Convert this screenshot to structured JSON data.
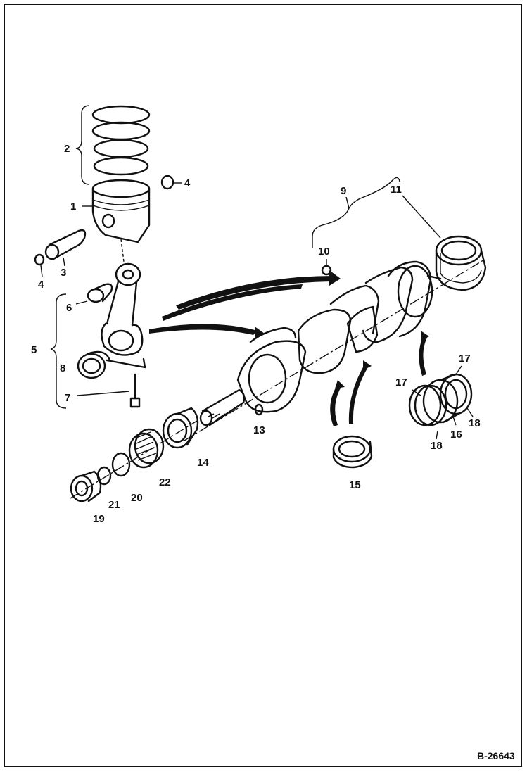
{
  "figure": {
    "reference": "B-26643",
    "callouts": [
      {
        "id": "c1",
        "text": "1"
      },
      {
        "id": "c2",
        "text": "2"
      },
      {
        "id": "c3",
        "text": "3"
      },
      {
        "id": "c4a",
        "text": "4"
      },
      {
        "id": "c4b",
        "text": "4"
      },
      {
        "id": "c5",
        "text": "5"
      },
      {
        "id": "c6",
        "text": "6"
      },
      {
        "id": "c7",
        "text": "7"
      },
      {
        "id": "c8",
        "text": "8"
      },
      {
        "id": "c9",
        "text": "9"
      },
      {
        "id": "c10",
        "text": "10"
      },
      {
        "id": "c11",
        "text": "11"
      },
      {
        "id": "c13",
        "text": "13"
      },
      {
        "id": "c14",
        "text": "14"
      },
      {
        "id": "c15",
        "text": "15"
      },
      {
        "id": "c16",
        "text": "16"
      },
      {
        "id": "c17a",
        "text": "17"
      },
      {
        "id": "c17b",
        "text": "17"
      },
      {
        "id": "c18a",
        "text": "18"
      },
      {
        "id": "c18b",
        "text": "18"
      },
      {
        "id": "c19",
        "text": "19"
      },
      {
        "id": "c20",
        "text": "20"
      },
      {
        "id": "c21",
        "text": "21"
      },
      {
        "id": "c22",
        "text": "22"
      }
    ]
  }
}
